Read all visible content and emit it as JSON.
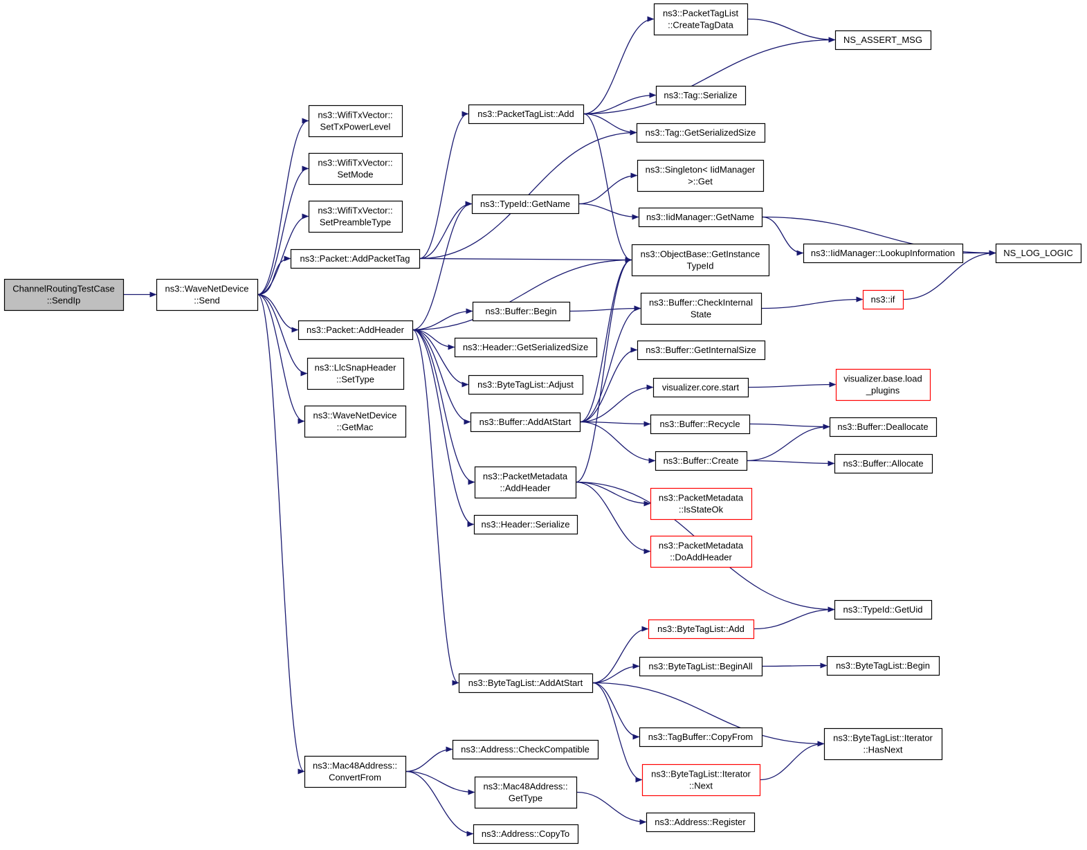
{
  "colors": {
    "edge": "#191970",
    "node_border": "#000000",
    "node_fill": "#ffffff",
    "root_fill": "#bfbfbf",
    "truncated_border": "#ff0000"
  },
  "nodes": [
    {
      "id": "root",
      "lines": [
        "ChannelRoutingTestCase",
        "::SendIp"
      ],
      "root": true
    },
    {
      "id": "send",
      "lines": [
        "ns3::WaveNetDevice",
        "::Send"
      ]
    },
    {
      "id": "settx",
      "lines": [
        "ns3::WifiTxVector::",
        "SetTxPowerLevel"
      ]
    },
    {
      "id": "setmode",
      "lines": [
        "ns3::WifiTxVector::",
        "SetMode"
      ]
    },
    {
      "id": "setpre",
      "lines": [
        "ns3::WifiTxVector::",
        "SetPreambleType"
      ]
    },
    {
      "id": "addpt",
      "lines": [
        "ns3::Packet::AddPacketTag"
      ]
    },
    {
      "id": "addhdr",
      "lines": [
        "ns3::Packet::AddHeader"
      ]
    },
    {
      "id": "llc",
      "lines": [
        "ns3::LlcSnapHeader",
        "::SetType"
      ]
    },
    {
      "id": "getmac",
      "lines": [
        "ns3::WaveNetDevice",
        "::GetMac"
      ]
    },
    {
      "id": "convfrom",
      "lines": [
        "ns3::Mac48Address::",
        "ConvertFrom"
      ]
    },
    {
      "id": "ptladd",
      "lines": [
        "ns3::PacketTagList::Add"
      ]
    },
    {
      "id": "tidname",
      "lines": [
        "ns3::TypeId::GetName"
      ]
    },
    {
      "id": "bufbegin",
      "lines": [
        "ns3::Buffer::Begin"
      ]
    },
    {
      "id": "hdrsize",
      "lines": [
        "ns3::Header::GetSerializedSize"
      ]
    },
    {
      "id": "btladj",
      "lines": [
        "ns3::ByteTagList::Adjust"
      ]
    },
    {
      "id": "bufaas",
      "lines": [
        "ns3::Buffer::AddAtStart"
      ]
    },
    {
      "id": "pmaddhdr",
      "lines": [
        "ns3::PacketMetadata",
        "::AddHeader"
      ]
    },
    {
      "id": "hdrser",
      "lines": [
        "ns3::Header::Serialize"
      ]
    },
    {
      "id": "btlaas",
      "lines": [
        "ns3::ByteTagList::AddAtStart"
      ]
    },
    {
      "id": "addrcc",
      "lines": [
        "ns3::Address::CheckCompatible"
      ]
    },
    {
      "id": "macgt",
      "lines": [
        "ns3::Mac48Address::",
        "GetType"
      ]
    },
    {
      "id": "addrct",
      "lines": [
        "ns3::Address::CopyTo"
      ]
    },
    {
      "id": "ptlctd",
      "lines": [
        "ns3::PacketTagList",
        "::CreateTagData"
      ]
    },
    {
      "id": "tagser",
      "lines": [
        "ns3::Tag::Serialize"
      ]
    },
    {
      "id": "taggss",
      "lines": [
        "ns3::Tag::GetSerializedSize"
      ]
    },
    {
      "id": "singleton",
      "lines": [
        "ns3::Singleton< IidManager",
        ">::Get"
      ]
    },
    {
      "id": "iidgn",
      "lines": [
        "ns3::IidManager::GetName"
      ]
    },
    {
      "id": "objbase",
      "lines": [
        "ns3::ObjectBase::GetInstance",
        "TypeId"
      ]
    },
    {
      "id": "bufcis",
      "lines": [
        "ns3::Buffer::CheckInternal",
        "State"
      ]
    },
    {
      "id": "bufgis",
      "lines": [
        "ns3::Buffer::GetInternalSize"
      ]
    },
    {
      "id": "viscore",
      "lines": [
        "visualizer.core.start"
      ]
    },
    {
      "id": "bufrec",
      "lines": [
        "ns3::Buffer::Recycle"
      ]
    },
    {
      "id": "bufcreate",
      "lines": [
        "ns3::Buffer::Create"
      ]
    },
    {
      "id": "pmiso",
      "lines": [
        "ns3::PacketMetadata",
        "::IsStateOk"
      ],
      "truncated": true
    },
    {
      "id": "pmdah",
      "lines": [
        "ns3::PacketMetadata",
        "::DoAddHeader"
      ],
      "truncated": true
    },
    {
      "id": "btladd",
      "lines": [
        "ns3::ByteTagList::Add"
      ],
      "truncated": true
    },
    {
      "id": "btlba",
      "lines": [
        "ns3::ByteTagList::BeginAll"
      ]
    },
    {
      "id": "tbcf",
      "lines": [
        "ns3::TagBuffer::CopyFrom"
      ]
    },
    {
      "id": "btlin",
      "lines": [
        "ns3::ByteTagList::Iterator",
        "::Next"
      ],
      "truncated": true
    },
    {
      "id": "addrreg",
      "lines": [
        "ns3::Address::Register"
      ]
    },
    {
      "id": "nsassert",
      "lines": [
        "NS_ASSERT_MSG"
      ]
    },
    {
      "id": "iidli",
      "lines": [
        "ns3::IidManager::LookupInformation"
      ]
    },
    {
      "id": "nsif",
      "lines": [
        "ns3::if"
      ],
      "truncated": true
    },
    {
      "id": "visload",
      "lines": [
        "visualizer.base.load",
        "_plugins"
      ],
      "truncated": true
    },
    {
      "id": "bufdealloc",
      "lines": [
        "ns3::Buffer::Deallocate"
      ]
    },
    {
      "id": "bufalloc",
      "lines": [
        "ns3::Buffer::Allocate"
      ]
    },
    {
      "id": "tidgu",
      "lines": [
        "ns3::TypeId::GetUid"
      ]
    },
    {
      "id": "btlbegin",
      "lines": [
        "ns3::ByteTagList::Begin"
      ]
    },
    {
      "id": "btlihn",
      "lines": [
        "ns3::ByteTagList::Iterator",
        "::HasNext"
      ]
    },
    {
      "id": "nslog",
      "lines": [
        "NS_LOG_LOGIC"
      ]
    }
  ],
  "edges": [
    [
      "root",
      "send"
    ],
    [
      "send",
      "settx"
    ],
    [
      "send",
      "setmode"
    ],
    [
      "send",
      "setpre"
    ],
    [
      "send",
      "addpt"
    ],
    [
      "send",
      "addhdr"
    ],
    [
      "send",
      "llc"
    ],
    [
      "send",
      "getmac"
    ],
    [
      "send",
      "convfrom"
    ],
    [
      "addpt",
      "ptladd"
    ],
    [
      "addpt",
      "tidname"
    ],
    [
      "addpt",
      "taggss"
    ],
    [
      "addpt",
      "objbase"
    ],
    [
      "ptladd",
      "ptlctd"
    ],
    [
      "ptladd",
      "nsassert"
    ],
    [
      "ptladd",
      "tagser"
    ],
    [
      "ptladd",
      "taggss"
    ],
    [
      "ptladd",
      "objbase"
    ],
    [
      "ptlctd",
      "nsassert"
    ],
    [
      "tidname",
      "singleton"
    ],
    [
      "tidname",
      "iidgn"
    ],
    [
      "iidgn",
      "iidli"
    ],
    [
      "iidgn",
      "nslog"
    ],
    [
      "iidli",
      "nslog"
    ],
    [
      "addhdr",
      "tidname"
    ],
    [
      "addhdr",
      "objbase"
    ],
    [
      "addhdr",
      "bufbegin"
    ],
    [
      "addhdr",
      "hdrsize"
    ],
    [
      "addhdr",
      "btladj"
    ],
    [
      "addhdr",
      "bufaas"
    ],
    [
      "addhdr",
      "pmaddhdr"
    ],
    [
      "addhdr",
      "hdrser"
    ],
    [
      "addhdr",
      "btlaas"
    ],
    [
      "bufbegin",
      "bufcis"
    ],
    [
      "bufcis",
      "nsif"
    ],
    [
      "nsif",
      "nslog"
    ],
    [
      "bufaas",
      "objbase"
    ],
    [
      "bufaas",
      "bufcis"
    ],
    [
      "bufaas",
      "bufgis"
    ],
    [
      "bufaas",
      "viscore"
    ],
    [
      "bufaas",
      "bufrec"
    ],
    [
      "bufaas",
      "bufcreate"
    ],
    [
      "viscore",
      "visload"
    ],
    [
      "bufrec",
      "bufdealloc"
    ],
    [
      "bufcreate",
      "bufdealloc"
    ],
    [
      "bufcreate",
      "bufalloc"
    ],
    [
      "pmaddhdr",
      "objbase"
    ],
    [
      "pmaddhdr",
      "pmiso"
    ],
    [
      "pmaddhdr",
      "pmdah"
    ],
    [
      "pmaddhdr",
      "tidgu"
    ],
    [
      "btlaas",
      "btladd"
    ],
    [
      "btlaas",
      "btlba"
    ],
    [
      "btlaas",
      "tbcf"
    ],
    [
      "btlaas",
      "btlin"
    ],
    [
      "btlaas",
      "btlihn"
    ],
    [
      "btladd",
      "tidgu"
    ],
    [
      "btlba",
      "btlbegin"
    ],
    [
      "btlin",
      "btlihn"
    ],
    [
      "convfrom",
      "addrcc"
    ],
    [
      "convfrom",
      "macgt"
    ],
    [
      "convfrom",
      "addrct"
    ],
    [
      "macgt",
      "addrreg"
    ]
  ]
}
